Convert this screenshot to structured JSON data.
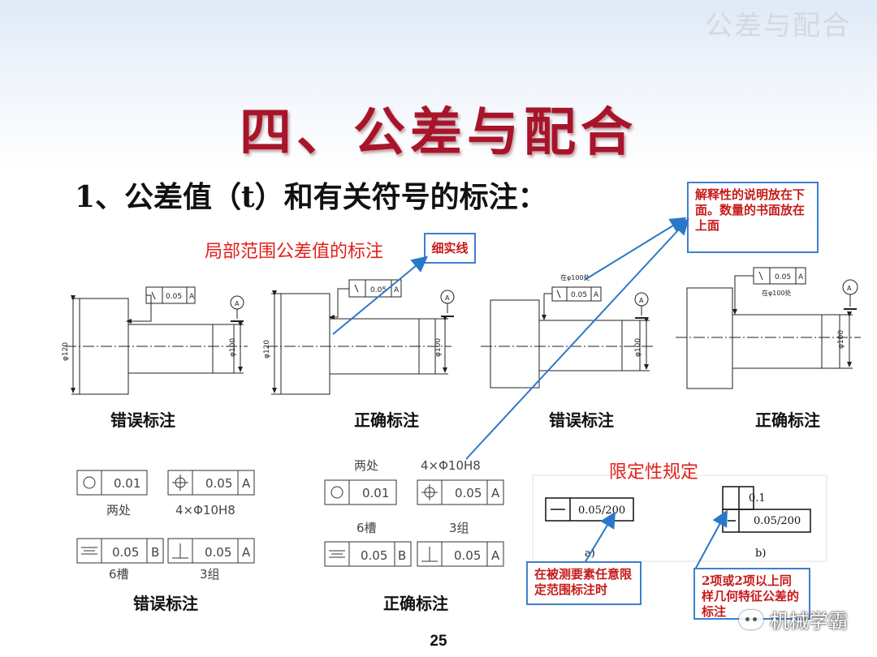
{
  "header_tag": "公差与配合",
  "main_title": "四、公差与配合",
  "subtitle": "1、公差值（t）和有关符号的标注：",
  "section_label_local": "局部范围公差值的标注",
  "callout_thin_line": "细实线",
  "callout_explain": "解释性的说明放在下面。数量的书面放在上面",
  "captions": {
    "wrong1": "错误标注",
    "right1": "正确标注",
    "wrong2": "错误标注",
    "right2": "正确标注",
    "wrong3": "错误标注",
    "right3": "正确标注"
  },
  "restrictive_label": "限定性规定",
  "callout_restrict_a": "在被测要素任意限定范围标注时",
  "callout_restrict_b": "2项或2项以上同样几何特征公差的标注",
  "drawing_text": {
    "tol_005": "0.05",
    "tol_001": "0.01",
    "datum_a": "A",
    "datum_b": "B",
    "dia_120": "φ120",
    "dia_100": "φ100",
    "note_100": "在φ100处",
    "two_places": "两处",
    "four_holes": "4×Φ10H8",
    "six_slots": "6槽",
    "three_groups": "3组",
    "frac_005_200": "0.05/200",
    "tol_01": "0.1",
    "label_a": "a)",
    "label_b": "b)"
  },
  "page_number": "25",
  "watermark": "机械学霸",
  "colors": {
    "title_red": "#a8142a",
    "label_red": "#e0201a",
    "callout_border": "#3f7fd0",
    "arrow_blue": "#2a78c8"
  }
}
